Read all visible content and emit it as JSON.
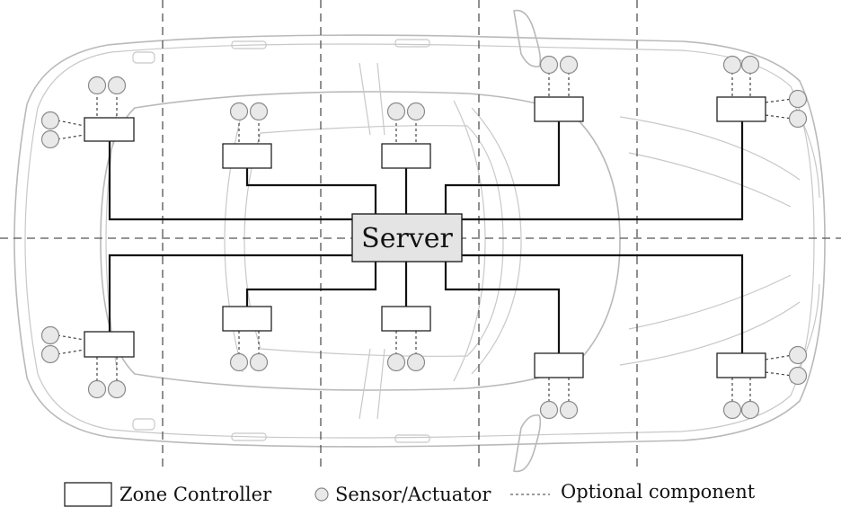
{
  "diagram": {
    "center_label": "Server",
    "legend": {
      "zone_controller": "Zone Controller",
      "sensor_actuator": "Sensor/Actuator",
      "optional_component": "Optional component"
    }
  },
  "colors": {
    "wire": "#111111",
    "car_outline": "#b9b9b9",
    "server_fill": "#e4e4e4",
    "sensor_fill": "#e9e9e9"
  }
}
